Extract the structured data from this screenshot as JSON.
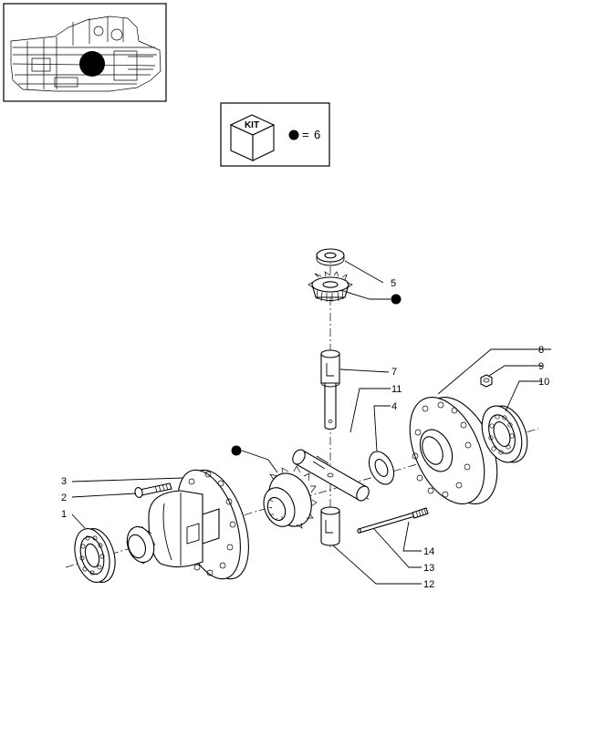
{
  "kit_legend": {
    "kit_label": "KIT",
    "equals": "=",
    "quantity": "6"
  },
  "callouts": [
    {
      "id": "c1",
      "number": "1"
    },
    {
      "id": "c2",
      "number": "2"
    },
    {
      "id": "c3",
      "number": "3"
    },
    {
      "id": "c4",
      "number": "4"
    },
    {
      "id": "c5",
      "number": "5"
    },
    {
      "id": "c7",
      "number": "7"
    },
    {
      "id": "c8",
      "number": "8"
    },
    {
      "id": "c9",
      "number": "9"
    },
    {
      "id": "c10",
      "number": "10"
    },
    {
      "id": "c11",
      "number": "11"
    },
    {
      "id": "c12",
      "number": "12"
    },
    {
      "id": "c13",
      "number": "13"
    },
    {
      "id": "c14",
      "number": "14"
    }
  ]
}
